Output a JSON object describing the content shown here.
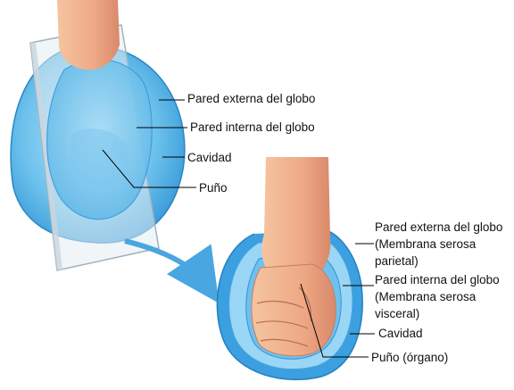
{
  "figure": {
    "top_labels": {
      "outer_wall": "Pared externa del globo",
      "inner_wall": "Pared interna del globo",
      "cavity": "Cavidad",
      "fist": "Puño"
    },
    "bottom_labels": {
      "outer_wall_line1": "Pared externa del globo",
      "outer_wall_line2": "(Membrana serosa",
      "outer_wall_line3": "parietal)",
      "inner_wall_line1": "Pared interna del globo",
      "inner_wall_line2": "(Membrana serosa",
      "inner_wall_line3": "visceral)",
      "cavity": "Cavidad",
      "fist_organ": "Puño (órgano)"
    },
    "colors": {
      "balloon_light": "#8fd0f2",
      "balloon_dark": "#2e8fd0",
      "skin": "#f2b48c",
      "arrow": "#4aa6e0",
      "glass": "#e3ecf2"
    }
  }
}
